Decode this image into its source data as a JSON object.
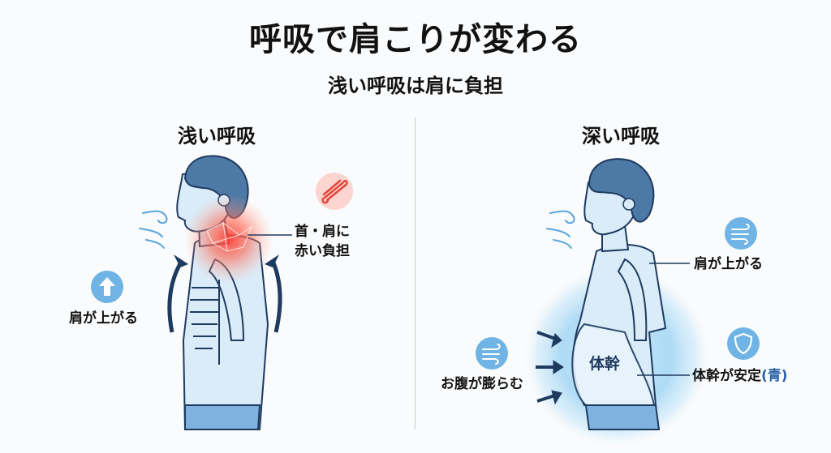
{
  "title": "呼吸で肩こりが変わる",
  "subtitle": "浅い呼吸は肩に負担",
  "left_panel": {
    "title": "浅い呼吸",
    "neck_label_line1": "首・肩に",
    "neck_label_line2": "赤い負担",
    "shoulder_label": "肩が上がる"
  },
  "right_panel": {
    "title": "深い呼吸",
    "shoulder_label": "肩が上がる",
    "belly_label": "お腹が膨らむ",
    "core_label": "体幹",
    "core_label_prefix": "体幹が安定",
    "core_label_suffix": "(青)"
  },
  "colors": {
    "skin": "#d9ecf8",
    "hair": "#4d79a6",
    "outline": "#1f3a5f",
    "pants": "#7fb2de",
    "strain": "#f04a3a",
    "glow": "#9fd3f3",
    "icon_blue": "#6fb4e4"
  }
}
